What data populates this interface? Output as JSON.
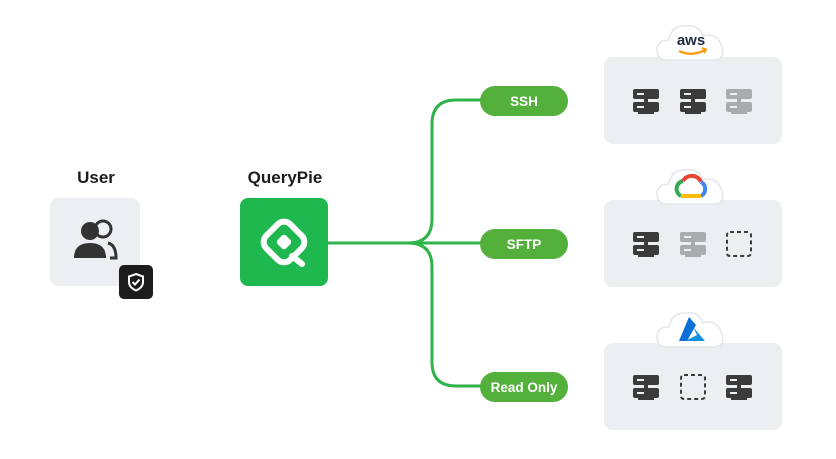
{
  "diagram": {
    "user": {
      "label": "User",
      "icon": "users-icon",
      "badge_icon": "shield-check-icon"
    },
    "querypie": {
      "label": "QueryPie",
      "icon": "querypie-logo-icon",
      "brand_color": "#1fb84f"
    },
    "connections": [
      {
        "label": "SSH"
      },
      {
        "label": "SFTP"
      },
      {
        "label": "Read Only"
      }
    ],
    "clouds": [
      {
        "provider": "aws",
        "logo_text": "aws",
        "slots": [
          "server-active",
          "server-active",
          "server-inactive"
        ]
      },
      {
        "provider": "gcp",
        "logo_text": "",
        "slots": [
          "server-active",
          "server-inactive",
          "empty-slot"
        ]
      },
      {
        "provider": "azure",
        "logo_text": "",
        "slots": [
          "server-active",
          "empty-slot",
          "server-active"
        ]
      }
    ],
    "colors": {
      "line": "#2fb34a",
      "pill": "#53b13b",
      "card": "#eceef1",
      "server_active": "#3b3b3b",
      "server_inactive": "#a9abad",
      "aws_orange": "#ff9900",
      "azure_blue": "#0a6fd6"
    }
  }
}
